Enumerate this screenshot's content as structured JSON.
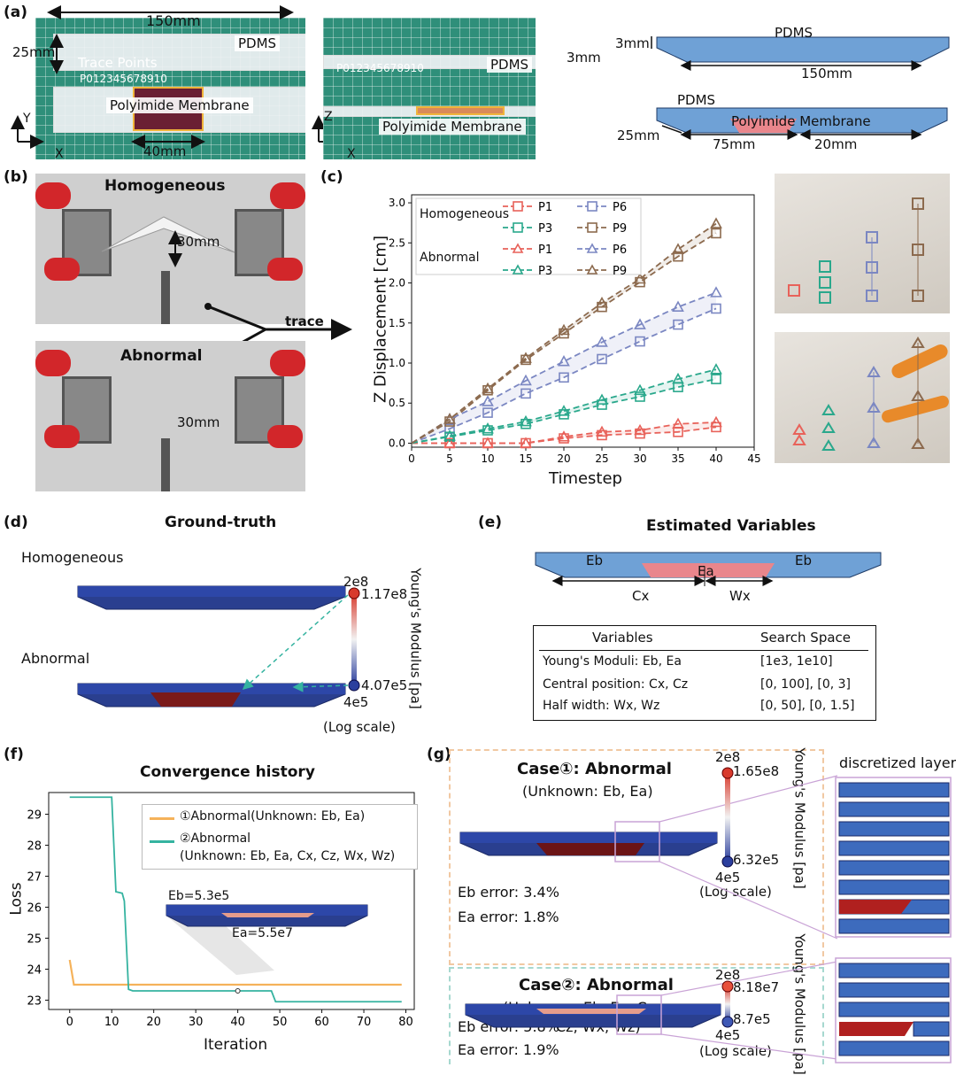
{
  "panel_labels": {
    "a": "(a)",
    "b": "(b)",
    "c": "(c)",
    "d": "(d)",
    "e": "(e)",
    "f": "(f)",
    "g": "(g)"
  },
  "panel_a": {
    "photo1": {
      "length": "150mm",
      "width": "25mm",
      "pdms": "PDMS",
      "trace_points": "Trace Points",
      "point_ids": "P012345678910",
      "membrane": "Polyimide Membrane",
      "membrane_len": "40mm",
      "axis_y": "Y",
      "axis_x": "X"
    },
    "photo2": {
      "point_ids": "P012345678910",
      "pdms": "PDMS",
      "thickness": "3mm",
      "membrane": "Polyimide Membrane",
      "axis_z": "Z",
      "axis_x": "X"
    },
    "schematic": {
      "top_thickness": "3mm",
      "top_pdms": "PDMS",
      "top_length": "150mm",
      "bot_pdms": "PDMS",
      "bot_membrane": "Polyimide Membrane",
      "bot_width": "25mm",
      "bot_left": "75mm",
      "bot_right": "20mm"
    }
  },
  "panel_b": {
    "homogeneous": "Homogeneous",
    "abnormal": "Abnormal",
    "disp1": "30mm",
    "disp2": "30mm",
    "trace": "trace"
  },
  "chart_data": {
    "type": "line",
    "xlabel": "Timestep",
    "ylabel": "Z Displacement [cm]",
    "xlim": [
      0,
      45
    ],
    "ylim": [
      -0.05,
      3.1
    ],
    "xticks": [
      0,
      5,
      10,
      15,
      20,
      25,
      30,
      35,
      40,
      45
    ],
    "yticks": [
      0.0,
      0.5,
      1.0,
      1.5,
      2.0,
      2.5,
      3.0
    ],
    "x": [
      0,
      5,
      10,
      15,
      20,
      25,
      30,
      35,
      40
    ],
    "legend_groups": [
      "Homogeneous",
      "Abnormal"
    ],
    "series": [
      {
        "name": "P1",
        "group": "Homogeneous",
        "marker": "square",
        "color": "#e8625a",
        "values": [
          0.0,
          0.0,
          0.0,
          0.0,
          0.06,
          0.1,
          0.12,
          0.14,
          0.2
        ]
      },
      {
        "name": "P6",
        "group": "Homogeneous",
        "marker": "square",
        "color": "#7b87c2",
        "values": [
          0.0,
          0.18,
          0.38,
          0.62,
          0.82,
          1.05,
          1.27,
          1.48,
          1.68
        ]
      },
      {
        "name": "P3",
        "group": "Homogeneous",
        "marker": "square",
        "color": "#2aa88c",
        "values": [
          0.0,
          0.08,
          0.16,
          0.24,
          0.36,
          0.48,
          0.58,
          0.7,
          0.8
        ]
      },
      {
        "name": "P9",
        "group": "Homogeneous",
        "marker": "square",
        "color": "#8c6a4e",
        "values": [
          0.0,
          0.27,
          0.66,
          1.04,
          1.37,
          1.7,
          2.01,
          2.33,
          2.62
        ]
      },
      {
        "name": "P1",
        "group": "Abnormal",
        "marker": "triangle",
        "color": "#e8625a",
        "values": [
          0.0,
          0.0,
          0.0,
          0.0,
          0.08,
          0.14,
          0.16,
          0.24,
          0.26
        ]
      },
      {
        "name": "P6",
        "group": "Abnormal",
        "marker": "triangle",
        "color": "#7b87c2",
        "values": [
          0.0,
          0.3,
          0.52,
          0.78,
          1.02,
          1.26,
          1.48,
          1.7,
          1.88
        ]
      },
      {
        "name": "P3",
        "group": "Abnormal",
        "marker": "triangle",
        "color": "#2aa88c",
        "values": [
          0.0,
          0.09,
          0.18,
          0.27,
          0.4,
          0.54,
          0.66,
          0.8,
          0.92
        ]
      },
      {
        "name": "P9",
        "group": "Abnormal",
        "marker": "triangle",
        "color": "#8c6a4e",
        "values": [
          0.0,
          0.3,
          0.68,
          1.06,
          1.41,
          1.75,
          2.05,
          2.42,
          2.74
        ]
      }
    ]
  },
  "panel_d": {
    "title": "Ground-truth",
    "homogeneous": "Homogeneous",
    "abnormal": "Abnormal",
    "cb_max": "2e8",
    "cb_high": "1.17e8",
    "cb_low": "4.07e5",
    "cb_min": "4e5",
    "cb_scale": "(Log scale)",
    "cb_label": "Young's Modulus [pa]"
  },
  "panel_e": {
    "title": "Estimated Variables",
    "eb_left": "Eb",
    "ea": "Ea",
    "eb_right": "Eb",
    "cx": "Cx",
    "wx": "Wx",
    "table_headers": [
      "Variables",
      "Search Space"
    ],
    "table_rows": [
      [
        "Young's Moduli: Eb, Ea",
        "[1e3, 1e10]"
      ],
      [
        "Central position: Cx, Cz",
        "[0, 100], [0, 3]"
      ],
      [
        "Half width: Wx, Wz",
        "[0, 50], [0, 1.5]"
      ]
    ]
  },
  "panel_f": {
    "title": "Convergence history",
    "xlabel": "Iteration",
    "ylabel": "Loss",
    "legend1": "①Abnormal(Unknown: Eb, Ea)",
    "legend2a": "②Abnormal",
    "legend2b": "(Unknown: Eb, Ea, Cx, Cz, Wx, Wz)",
    "inset_eb": "Eb=5.3e5",
    "inset_ea": "Ea=5.5e7",
    "xticks": [
      0,
      10,
      20,
      30,
      40,
      50,
      60,
      70,
      80
    ],
    "yticks": [
      23,
      24,
      25,
      26,
      27,
      28,
      29
    ],
    "series1_color": "#f5b25a",
    "series2_color": "#35b3a0"
  },
  "panel_g": {
    "discretized": "discretized layers",
    "case1": {
      "title": "Case①: Abnormal",
      "unknown": "(Unknown: Eb, Ea)",
      "eb_err": "Eb error: 3.4%",
      "ea_err": "Ea error: 1.8%",
      "cb_max": "2e8",
      "cb_high": "1.65e8",
      "cb_low": "6.32e5",
      "cb_min": "4e5",
      "cb_scale": "(Log scale)",
      "cb_label": "Young's Modulus [pa]"
    },
    "case2": {
      "title": "Case②: Abnormal",
      "unknown1": "(Unknown: Eb, Ea, Cx,",
      "unknown2": "Cz, Wx, Wz)",
      "eb_err": "Eb error: 5.8%",
      "ea_err": "Ea error: 1.9%",
      "cb_max": "2e8",
      "cb_high": "8.18e7",
      "cb_low": "8.7e5",
      "cb_min": "4e5",
      "cb_scale": "(Log scale)",
      "cb_label": "Young's Modulus [pa]"
    }
  }
}
